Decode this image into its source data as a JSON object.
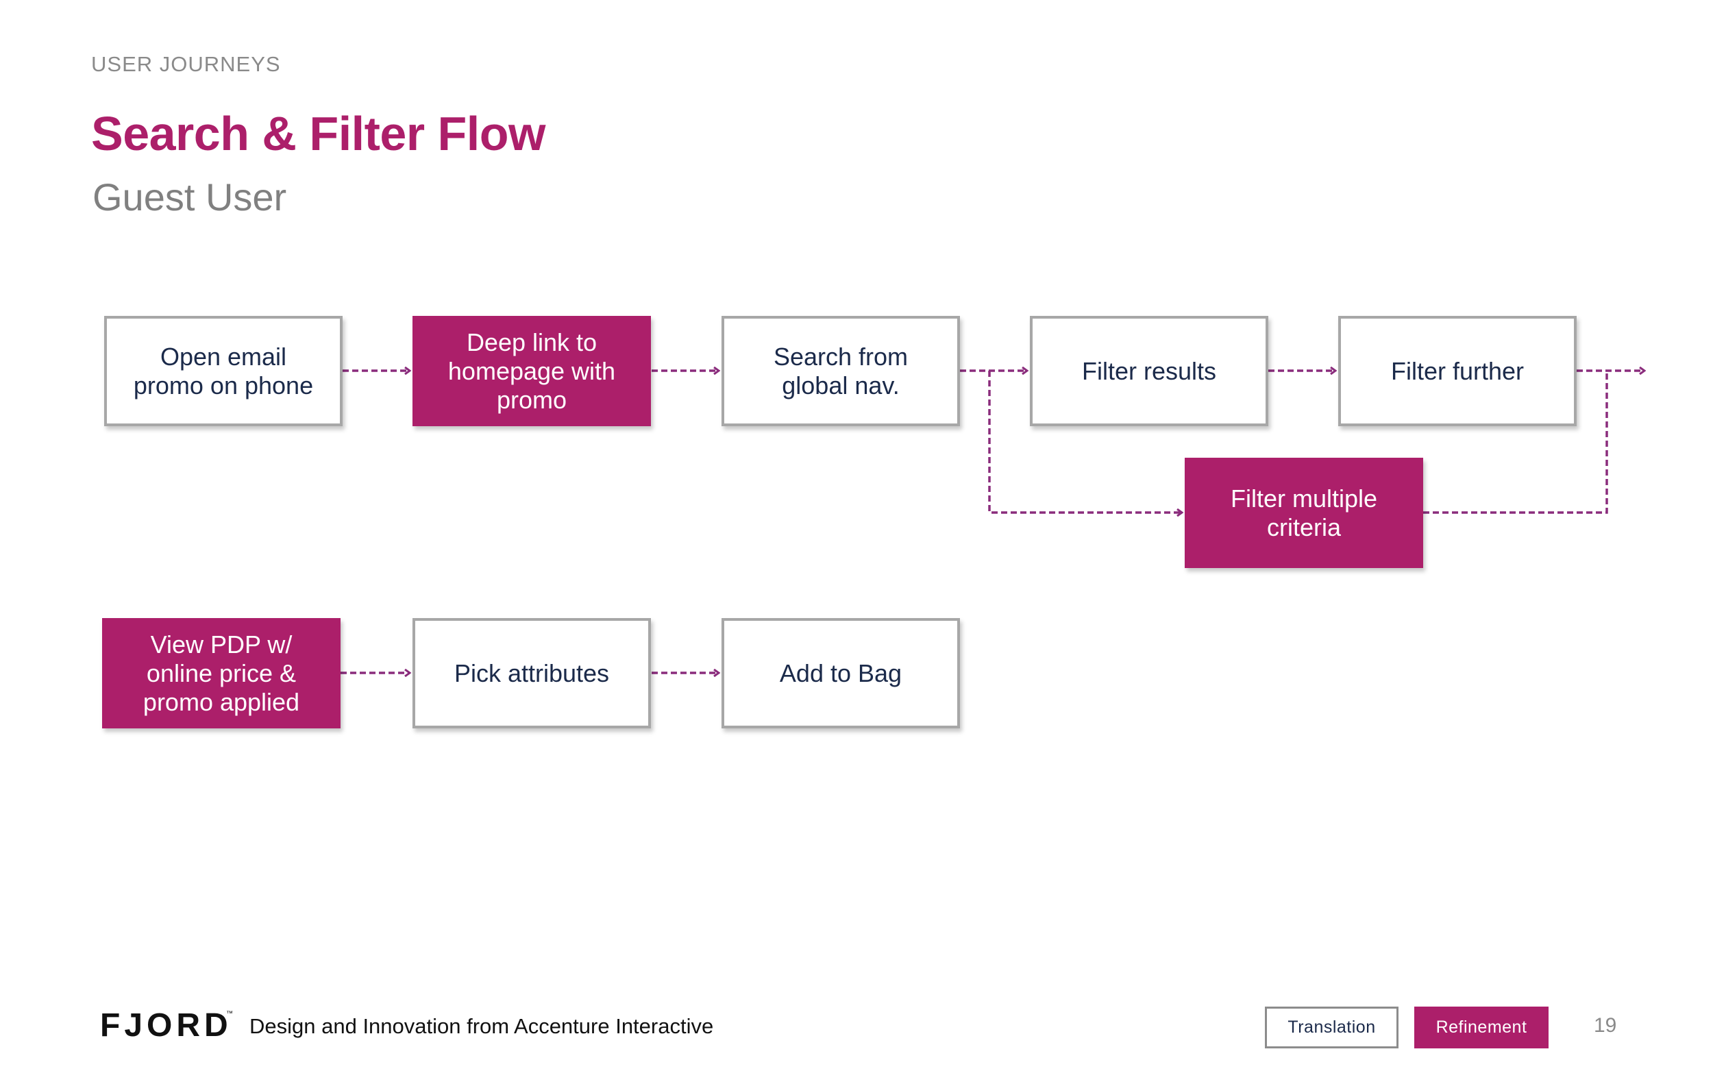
{
  "header": {
    "eyebrow": "USER JOURNEYS",
    "title": "Search & Filter Flow",
    "subtitle": "Guest User"
  },
  "flow": {
    "steps": [
      {
        "id": "open-email",
        "label": "Open email\npromo on phone",
        "highlighted": false
      },
      {
        "id": "deep-link",
        "label": "Deep link to\nhomepage with\npromo",
        "highlighted": true
      },
      {
        "id": "search-nav",
        "label": "Search from\nglobal nav.",
        "highlighted": false
      },
      {
        "id": "filter-results",
        "label": "Filter results",
        "highlighted": false
      },
      {
        "id": "filter-further",
        "label": "Filter further",
        "highlighted": false
      },
      {
        "id": "filter-multiple",
        "label": "Filter multiple\ncriteria",
        "highlighted": true
      },
      {
        "id": "view-pdp",
        "label": "View PDP w/\nonline price &\npromo applied",
        "highlighted": true
      },
      {
        "id": "pick-attributes",
        "label": "Pick attributes",
        "highlighted": false
      },
      {
        "id": "add-to-bag",
        "label": "Add to Bag",
        "highlighted": false
      }
    ],
    "connections": [
      {
        "from": "open-email",
        "to": "deep-link"
      },
      {
        "from": "deep-link",
        "to": "search-nav"
      },
      {
        "from": "search-nav",
        "to": "filter-results"
      },
      {
        "from": "search-nav",
        "to": "filter-multiple"
      },
      {
        "from": "filter-results",
        "to": "filter-further"
      },
      {
        "from": "filter-further",
        "to": "continue"
      },
      {
        "from": "filter-multiple",
        "to": "continue"
      },
      {
        "from": "view-pdp",
        "to": "pick-attributes"
      },
      {
        "from": "pick-attributes",
        "to": "add-to-bag"
      }
    ]
  },
  "footer": {
    "logo": "FJORD",
    "logo_mark": "™",
    "tagline": "Design and Innovation from Accenture Interactive",
    "tags": [
      "Translation",
      "Refinement"
    ],
    "page_number": "19"
  },
  "colors": {
    "accent": "#ac1f6a",
    "connector": "#8a2c7c",
    "box_border": "#a7a7a7",
    "text_dark": "#1b2a4a"
  }
}
